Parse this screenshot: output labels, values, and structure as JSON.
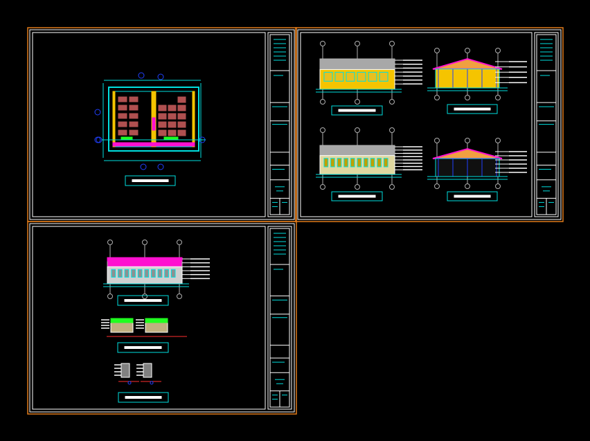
{
  "app": {
    "background": "#000000"
  },
  "colors": {
    "sheet_border": "#e07b1a",
    "frame": "#ffffff",
    "cyan": "#00e0e0",
    "yellow": "#f5c400",
    "magenta": "#ff10d0",
    "green": "#20ff20",
    "red_brick": "#b05050",
    "gray": "#b0b0b0",
    "blue": "#2040ff",
    "orange_roof": "#f0a040",
    "olive": "#c0a000"
  },
  "sheets": [
    {
      "name": "sheet-floor-plan",
      "content": "floor-plan"
    },
    {
      "name": "sheet-elevations",
      "content": "elevations"
    },
    {
      "name": "sheet-details",
      "content": "details"
    }
  ]
}
